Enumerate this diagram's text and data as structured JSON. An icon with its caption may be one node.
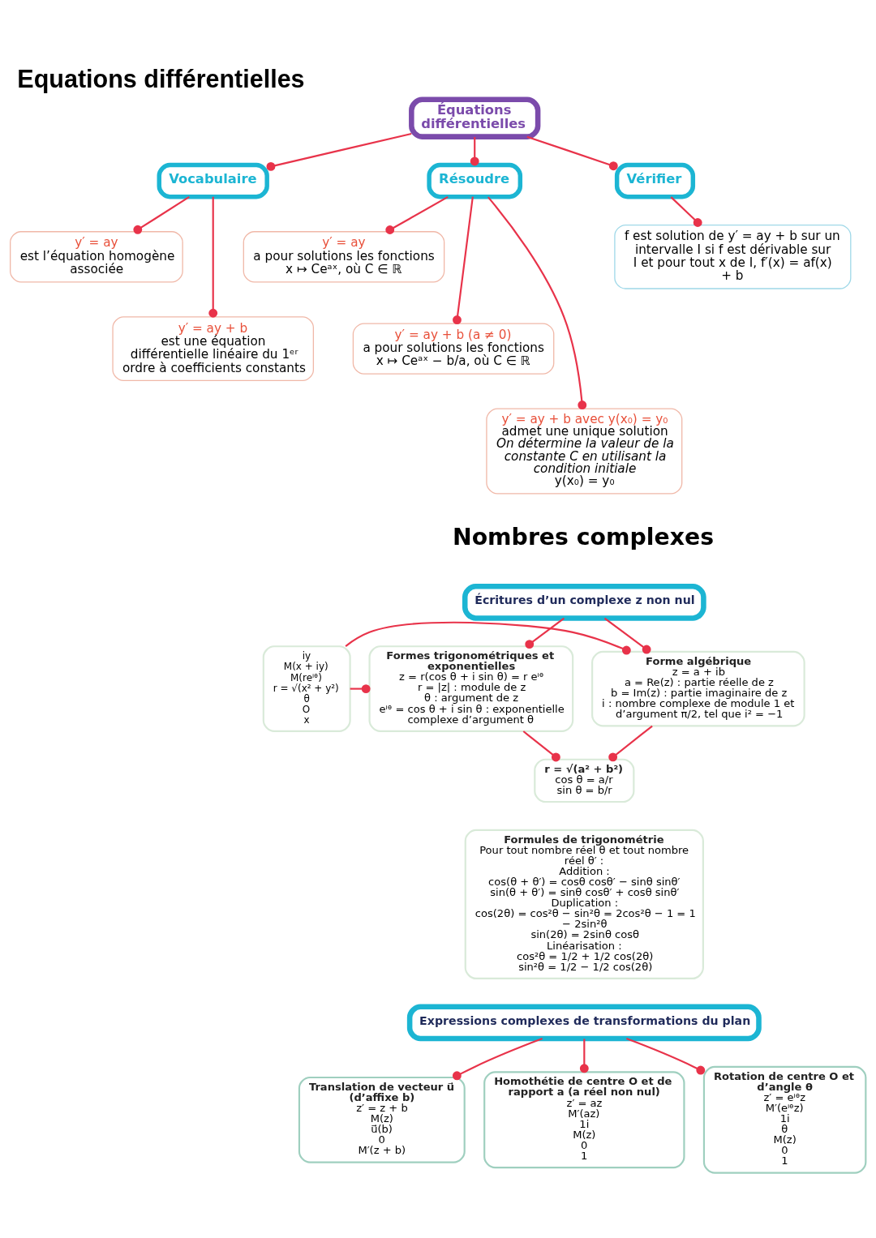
{
  "diagram": {
    "title": "Equations différentielles",
    "nodes": [
      {
        "text": [
          "y′ = ay",
          "a pour solutions les fonctions x ↦ Ceᵃˣ, où C ∈ ℝ"
        ]
      },
      {
        "text": [
          "y′ = ay",
          "est l’équation homogène associée"
        ]
      },
      {
        "text": [
          "Vocabulaire"
        ]
      },
      {
        "text": [
          "Résoudre"
        ]
      },
      {
        "text": [
          "y′ = ay + b (a ≠ 0)",
          "a pour solutions les fonctions x ↦ Ceᵃˣ − b/a, où C ∈ ℝ"
        ]
      },
      {
        "text": [
          "Équations différentielles"
        ]
      },
      {
        "text": [
          "y′ = ay + b",
          "est une équation différentielle linéaire du 1ᵉʳ ordre à coefficients constants"
        ]
      },
      {
        "text": [
          "Vérifier"
        ]
      },
      {
        "text": [
          "y′ = ay + b avec y(x₀) = y₀",
          "admet une unique solution",
          "On détermine la valeur de la constante C en utilisant la condition initiale",
          "y(x₀) = y₀"
        ]
      },
      {
        "text": [
          "f est solution de y′ = ay + b sur un intervalle I si f est dérivable sur I et pour tout x de I, f′(x) = af(x) + b"
        ]
      },
      {
        "text": [
          "Écritures d’un complexe z non nul"
        ]
      },
      {
        "text": [
          "Forme algébrique",
          "z = a + ib",
          "a = Re(z) : partie réelle de z",
          "b = Im(z) : partie imaginaire de z",
          "i : nombre complexe de module 1 et d’argument π/2, tel que i² = −1"
        ]
      },
      {
        "text": [
          "iy",
          "M(x + iy)",
          "M(reⁱᶿ)",
          "r = √(x² + y²)",
          "θ",
          "O",
          "x"
        ]
      },
      {
        "text": [
          "Formes trigonométriques et exponentielles",
          "z = r(cos θ + i sin θ) = r eⁱᶿ",
          "r = |z| : module de z",
          "θ : argument de z",
          "eⁱᶿ = cos θ + i sin θ : exponentielle complexe d’argument θ"
        ]
      },
      {
        "text": [
          "r = √(a² + b²)",
          "cos θ = a/r",
          "sin θ = b/r"
        ]
      },
      {
        "text": [
          "Formules de trigonométrie",
          "Pour tout nombre réel θ et tout nombre réel θ′ :",
          "Addition :",
          "cos(θ + θ′) = cosθ cosθ′ − sinθ sinθ′",
          "sin(θ + θ′) = sinθ cosθ′ + cosθ sinθ′",
          "Duplication :",
          "cos(2θ) = cos²θ − sin²θ = 2cos²θ − 1 = 1 − 2sin²θ",
          "sin(2θ) = 2sinθ cosθ",
          "Linéarisation :",
          "cos²θ = 1/2 + 1/2 cos(2θ)",
          "sin²θ = 1/2 − 1/2 cos(2θ)"
        ]
      },
      {
        "text": [
          "Expressions complexes de transformations du plan"
        ]
      },
      {
        "text": [
          "Translation de vecteur u⃗ (d’affixe b)",
          "z′ = z + b",
          "M(z)",
          "u⃗(b)",
          "0",
          "M′(z + b)"
        ]
      },
      {
        "text": [
          "Homothétie de centre O et de rapport a (a réel non nul)",
          "z′ = az",
          "M′(az)",
          "1i",
          "M(z)",
          "0",
          "1"
        ]
      },
      {
        "text": [
          "Rotation de centre O et d’angle θ",
          "z′ = eⁱᶿz",
          "M′(eⁱᶿz)",
          "1i",
          "θ",
          "M(z)",
          "0",
          "1"
        ]
      }
    ],
    "edges": [
      {
        "from": 5,
        "to": 2,
        "arrow": "other"
      },
      {
        "from": 5,
        "to": 3,
        "arrow": "other"
      },
      {
        "from": 5,
        "to": 7,
        "arrow": "other"
      },
      {
        "from": 2,
        "to": 1,
        "arrow": "other"
      },
      {
        "from": 2,
        "to": 6,
        "arrow": "other"
      },
      {
        "from": 3,
        "to": 0,
        "arrow": "other"
      },
      {
        "from": 3,
        "to": 4,
        "arrow": "other"
      },
      {
        "from": 3,
        "to": 8,
        "arrow": "other"
      },
      {
        "from": 7,
        "to": 9,
        "arrow": "other"
      },
      {
        "from": 10,
        "to": 11,
        "arrow": "other"
      },
      {
        "from": 10,
        "to": 13,
        "arrow": "other"
      },
      {
        "from": 12,
        "to": 11,
        "arrow": "other"
      },
      {
        "from": 12,
        "to": 13,
        "arrow": "other"
      },
      {
        "from": 11,
        "to": 14,
        "arrow": "other"
      },
      {
        "from": 13,
        "to": 14,
        "arrow": "other"
      },
      {
        "from": 16,
        "to": 18,
        "arrow": "other"
      },
      {
        "from": 16,
        "to": 17,
        "arrow": "other"
      },
      {
        "from": 16,
        "to": 19,
        "arrow": "other"
      }
    ],
    "labels": [
      "Nombres complexes"
    ]
  }
}
